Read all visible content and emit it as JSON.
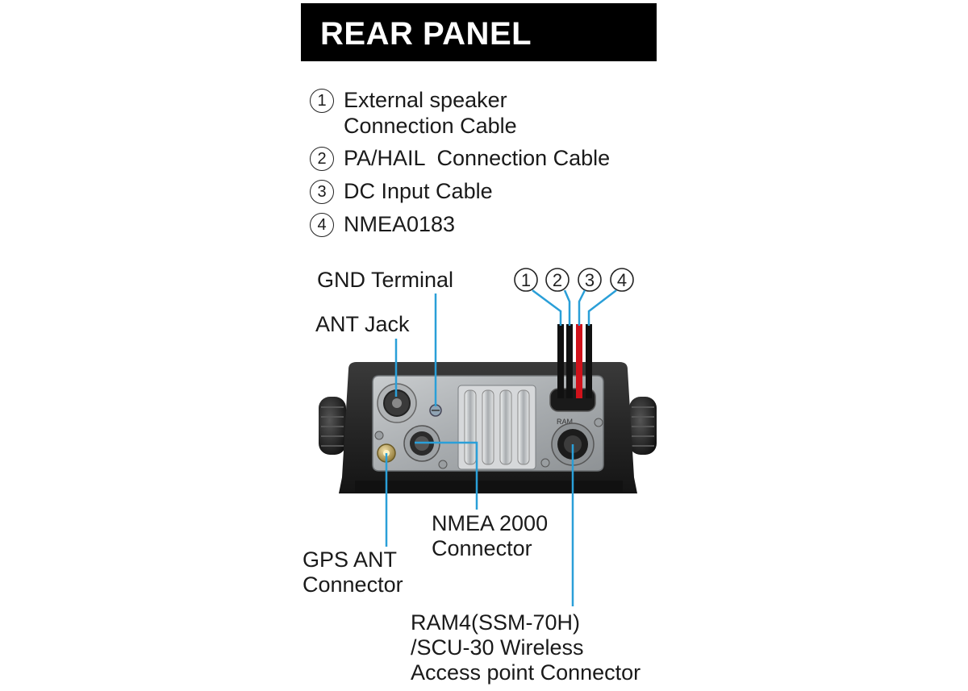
{
  "title": "REAR PANEL",
  "legend": [
    {
      "num": "1",
      "line1": "External speaker",
      "line2": "Connection Cable"
    },
    {
      "num": "2",
      "line1": "PA/HAIL  Connection Cable"
    },
    {
      "num": "3",
      "line1": "DC Input Cable"
    },
    {
      "num": "4",
      "line1": "NMEA0183"
    }
  ],
  "cable_markers": [
    "1",
    "2",
    "3",
    "4"
  ],
  "callouts": {
    "gnd_terminal": "GND Terminal",
    "ant_jack": "ANT Jack",
    "nmea2000": {
      "line1": "NMEA 2000",
      "line2": "Connector"
    },
    "gps_ant": {
      "line1": "GPS ANT",
      "line2": "Connector"
    },
    "ram4": {
      "line1": "RAM4(SSM-70H)",
      "line2": "/SCU-30 Wireless",
      "line3": "Access point Connector"
    }
  },
  "panel_marking": "RAM",
  "colors": {
    "leader_line": "#2a9fd8",
    "title_bg": "#000000",
    "dc_red_wire": "#d0121b"
  }
}
